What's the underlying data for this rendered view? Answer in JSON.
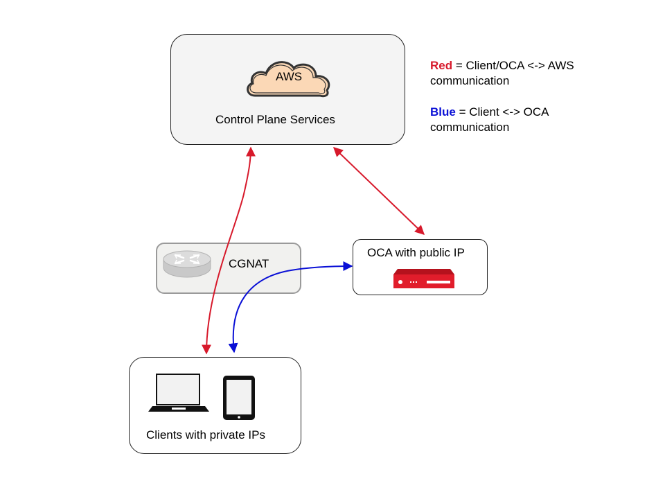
{
  "colors": {
    "red": "#d7192b",
    "blue": "#0a10d6",
    "control_fill": "#f4f4f4",
    "cgnat_fill": "#f1f1ef",
    "cloud_fill": "#fbd8b6",
    "appliance": "#e11d2b"
  },
  "nodes": {
    "control_plane": {
      "label": "Control Plane Services",
      "cloud_label": "AWS"
    },
    "cgnat": {
      "label": "CGNAT",
      "icon": "router-icon"
    },
    "oca": {
      "label": "OCA with public IP",
      "icon": "server-appliance-icon"
    },
    "clients": {
      "label": "Clients with private IPs",
      "icons": [
        "laptop-icon",
        "tablet-icon"
      ]
    }
  },
  "legend": {
    "red": {
      "key": "Red",
      "text": " = Client/OCA <-> AWS communication"
    },
    "blue": {
      "key": "Blue",
      "text": " = Client <-> OCA communication"
    }
  },
  "edges": [
    {
      "from": "clients",
      "to": "control_plane",
      "color": "red",
      "direction": "bidirectional"
    },
    {
      "from": "oca",
      "to": "control_plane",
      "color": "red",
      "direction": "bidirectional"
    },
    {
      "from": "clients",
      "to": "oca",
      "color": "blue",
      "direction": "bidirectional"
    }
  ]
}
